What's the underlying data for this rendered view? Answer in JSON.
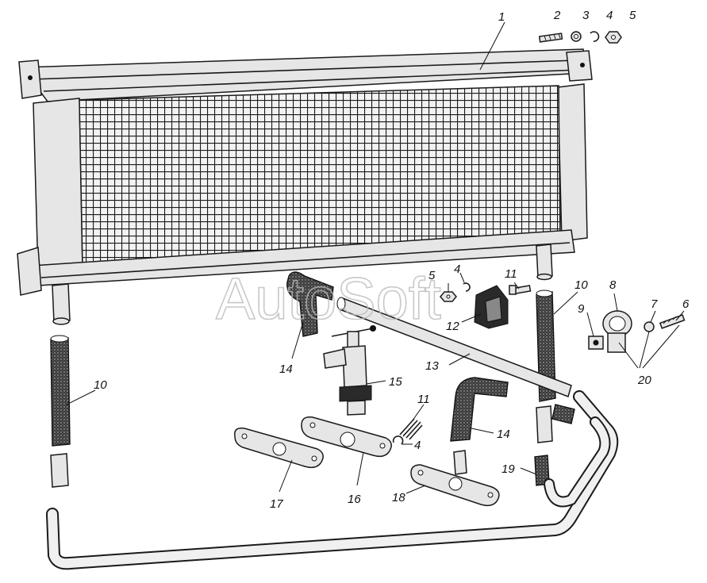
{
  "watermark": "AutoSoft",
  "callouts": {
    "c1": "1",
    "c2": "2",
    "c3": "3",
    "c4a": "4",
    "c5a": "5",
    "c5b": "5",
    "c4b": "4",
    "c11a": "11",
    "c10a": "10",
    "c8": "8",
    "c9": "9",
    "c7": "7",
    "c6": "6",
    "c12": "12",
    "c20": "20",
    "c14a": "14",
    "c15": "15",
    "c13": "13",
    "c10b": "10",
    "c11b": "11",
    "c4c": "4",
    "c14b": "14",
    "c19": "19",
    "c17": "17",
    "c16": "16",
    "c18": "18"
  }
}
